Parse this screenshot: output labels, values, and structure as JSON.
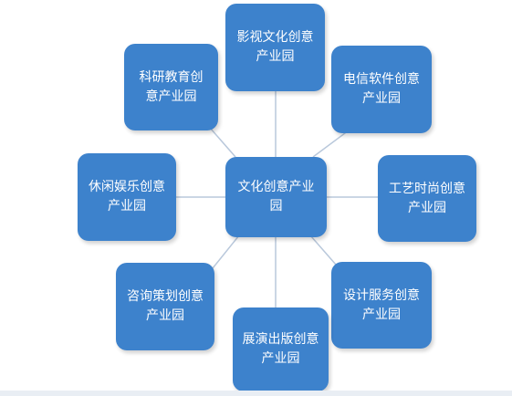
{
  "diagram": {
    "center": "文化创意产业园",
    "satellites": [
      {
        "id": "top",
        "label": "影视文化创意产业园"
      },
      {
        "id": "top-right",
        "label": "电信软件创意产业园"
      },
      {
        "id": "right",
        "label": "工艺时尚创意产业园"
      },
      {
        "id": "bottom-right",
        "label": "设计服务创意产业园"
      },
      {
        "id": "bottom",
        "label": "展演出版创意产业园"
      },
      {
        "id": "bottom-left",
        "label": "咨询策划创意产业园"
      },
      {
        "id": "left",
        "label": "休闲娱乐创意产业园"
      },
      {
        "id": "top-left",
        "label": "科研教育创意产业园"
      }
    ]
  },
  "colors": {
    "node_fill": "#3d82cc",
    "node_text": "#ffffff",
    "connector": "#b9c8db"
  }
}
